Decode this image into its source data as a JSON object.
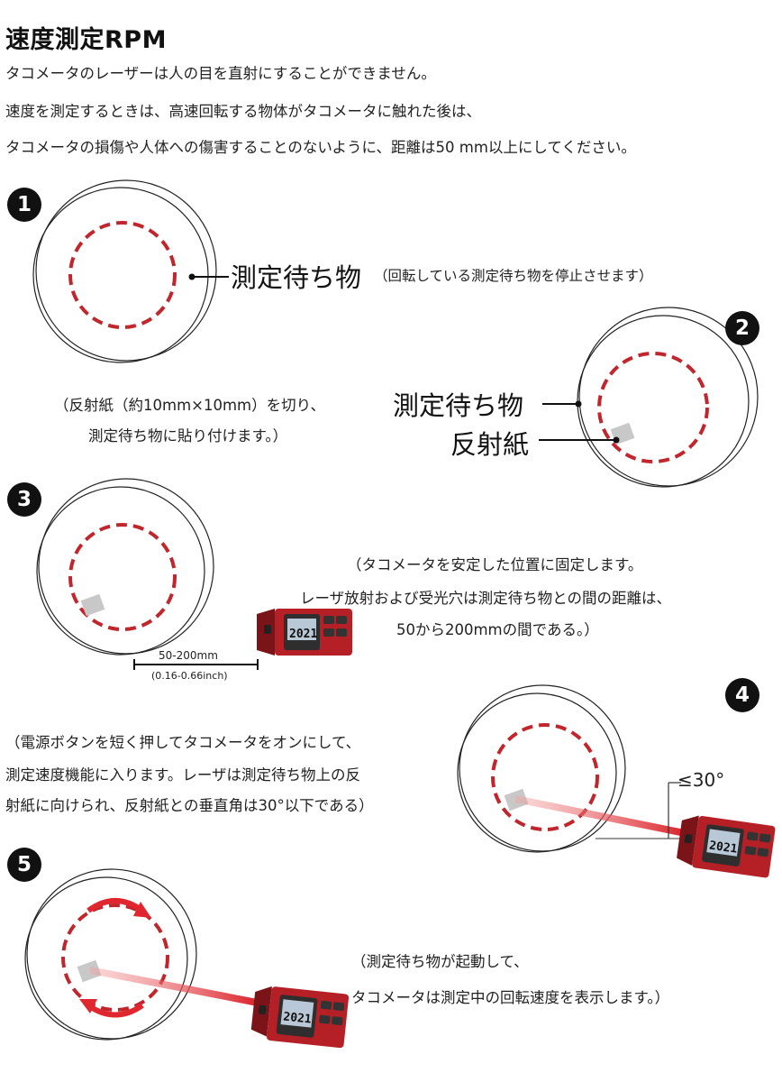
{
  "title": "速度測定RPM",
  "intro": [
    "タコメータのレーザーは人の目を直射にすることができません。",
    "速度を測定するときは、高速回転する物体がタコメータに触れた後は、",
    "タコメータの損傷や人体への傷害することのないように、距離は50 mm以上にしてください。"
  ],
  "steps": {
    "s1": {
      "number": "1",
      "label_object": "測定待ち物",
      "note": "（回転している測定待ち物を停止させます）"
    },
    "s2": {
      "number": "2",
      "note": [
        "（反射紙（約10mm×10mm）を切り、",
        "測定待ち物に貼り付けます。）"
      ],
      "label_object": "測定待ち物",
      "label_paper": "反射紙"
    },
    "s3": {
      "number": "3",
      "note": [
        "（タコメータを安定した位置に固定します。",
        "レーザ放射および受光穴は測定待ち物との間の距離は、",
        "50から200mmの間である。）"
      ],
      "distance_mm": "50-200mm",
      "distance_inch": "(0.16-0.66inch)"
    },
    "s4": {
      "number": "4",
      "note": [
        "（電源ボタンを短く押してタコメータをオンにして、",
        "測定速度機能に入ります。レーザは測定待ち物上の反",
        "射紙に向けられ、反射紙との垂直角は30°以下である）"
      ],
      "angle_label": "≤30°"
    },
    "s5": {
      "number": "5",
      "note": [
        "（測定待ち物が起動して、",
        "タコメータは測定中の回転速度を表示します。）"
      ]
    }
  },
  "colors": {
    "dashed_ring": "#c0262c",
    "laser": "#e0262e",
    "paper": "#c8c8c8",
    "tach_body": "#b52027"
  }
}
